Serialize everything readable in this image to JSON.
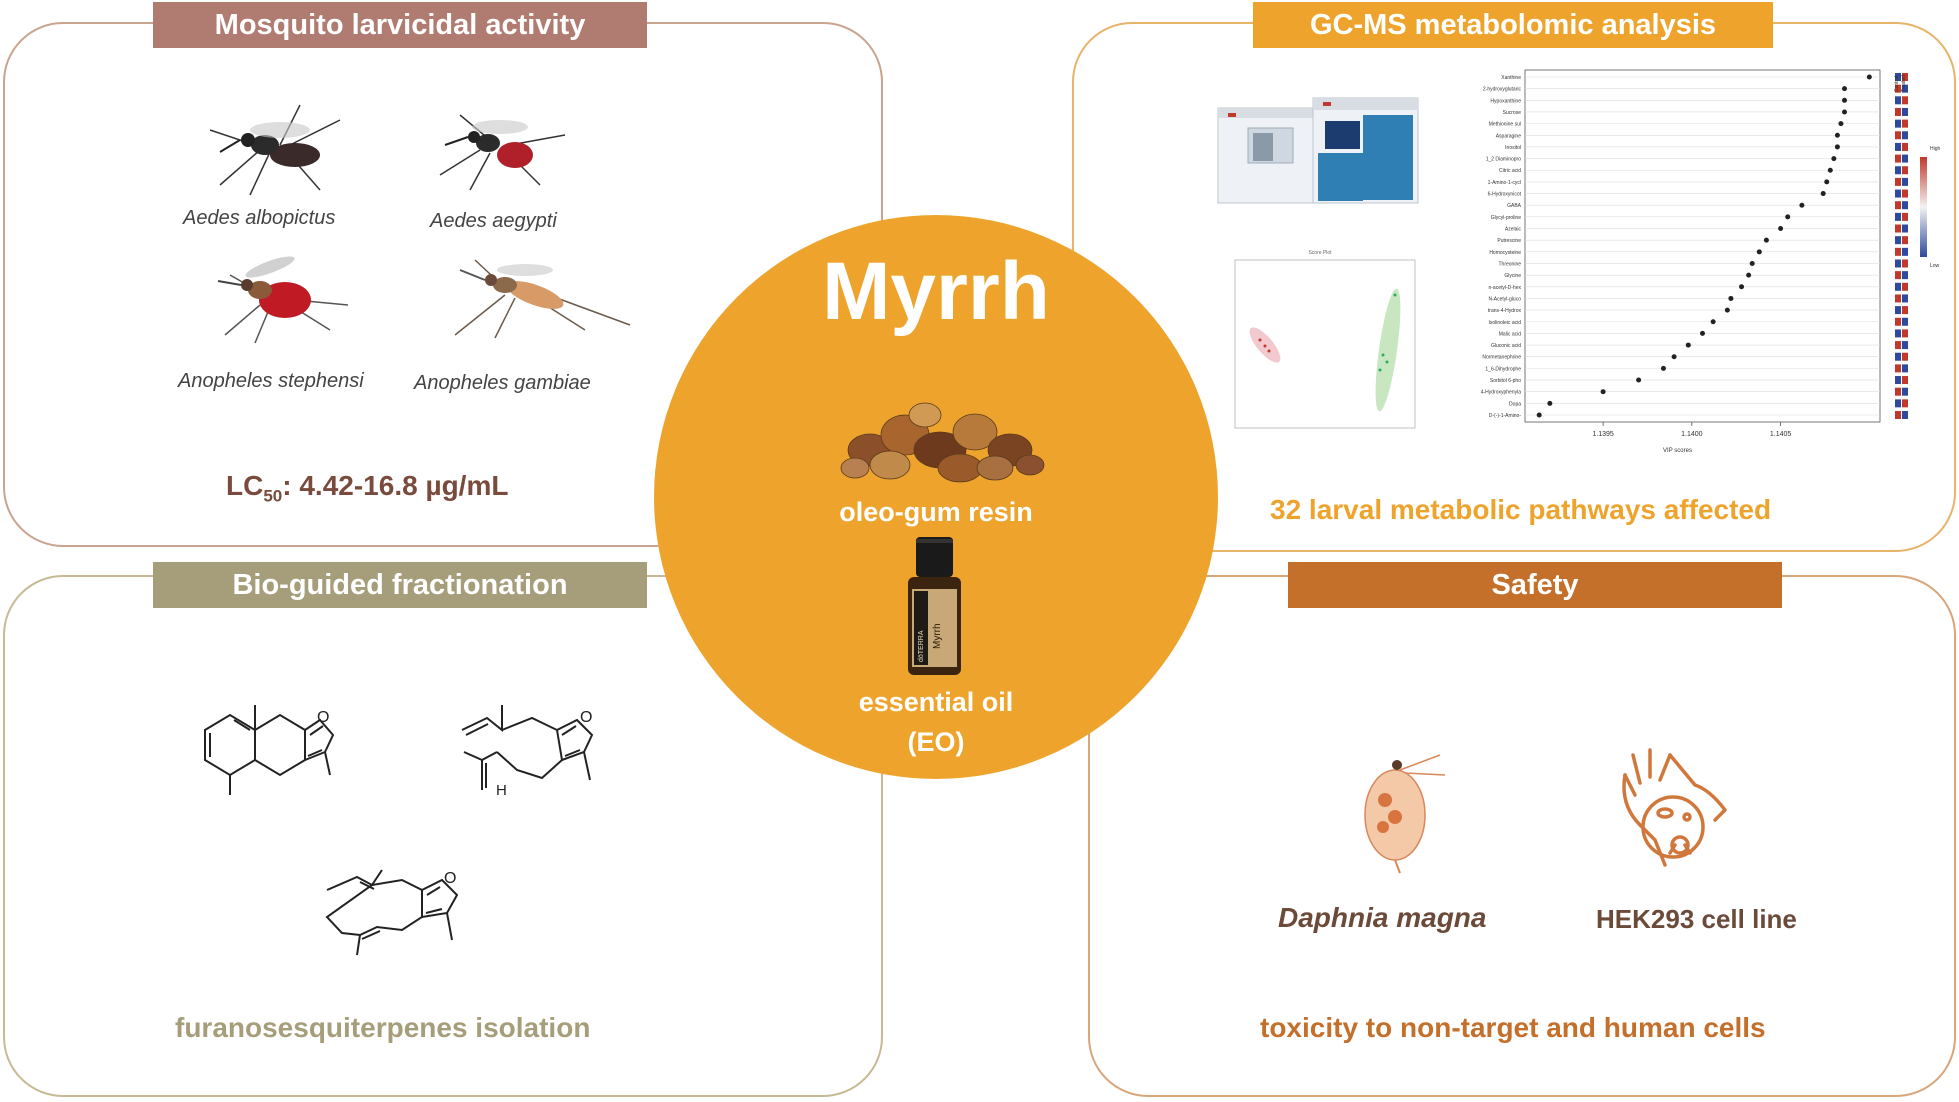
{
  "panels": {
    "larvicidal": {
      "title": "Mosquito larvicidal activity",
      "species": [
        "Aedes albopictus",
        "Aedes aegypti",
        "Anopheles stephensi",
        "Anopheles gambiae"
      ],
      "lc50_prefix": "LC",
      "lc50_sub": "50",
      "lc50_value": ": 4.42-16.8 µg/mL"
    },
    "gcms": {
      "title": "GC-MS metabolomic analysis",
      "summary": "32 larval metabolic pathways affected",
      "vip_plot": {
        "metabolites": [
          "Xanthine",
          "2-hydroxyglutaric",
          "Hypoxanthine",
          "Sucrose",
          "Methionine sul",
          "Asparagine",
          "Inositol",
          "1_2 Diaminopro",
          "Citric acid",
          "1-Amino-1-cycl",
          "6-Hydroxynicot",
          "GABA",
          "Glycyl-proline",
          "Azelaic",
          "Putrescine",
          "Homocysteine",
          "Threonine",
          "Glycine",
          "n-acetyl-D-hex",
          "N-Acetyl-gluco",
          "trans-4-Hydrox",
          "Isolinoleic acid",
          "Malic acid",
          "Gluconic acid",
          "Normetanephrine",
          "1_6-Dihydrophe",
          "Sorbitol 6-pho",
          "4-Hydroxyphenyla",
          "Dopa",
          "D-(-)-1-Amino-"
        ],
        "x_ticks": [
          "1.1395",
          "1.1400",
          "1.1405"
        ],
        "x_label": "VIP scores",
        "legend_high": "High",
        "legend_low": "Low",
        "columns": [
          "Control",
          "Treated"
        ]
      },
      "score_plot_title": "Score Plot"
    },
    "fractionation": {
      "title": "Bio-guided fractionation",
      "summary": "furanosesquiterpenes isolation",
      "atom_label": "H"
    },
    "safety": {
      "title": "Safety",
      "organisms": [
        "Daphnia magna",
        "HEK293 cell line"
      ],
      "summary": "toxicity to non-target and human cells"
    }
  },
  "center": {
    "title": "Myrrh",
    "resin_label": "oleo-gum resin",
    "oil_label_line1": "essential oil",
    "oil_label_line2": "(EO)",
    "bottle_brand": "dōTERRA",
    "bottle_label": "Myrrh"
  },
  "colors": {
    "larvicidal": "#b07c71",
    "gcms": "#eea42c",
    "fractionation": "#a69e7a",
    "safety": "#c46f2a",
    "center_circle": "#eea42c"
  }
}
